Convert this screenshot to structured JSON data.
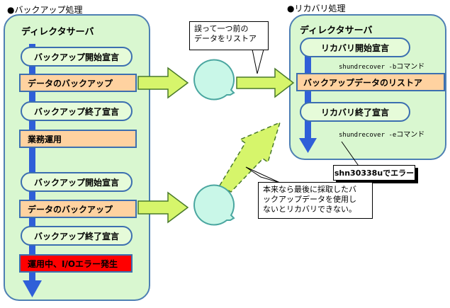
{
  "backup_section": {
    "title": "●バックアップ処理",
    "panel_title": "ディレクタサーバ",
    "steps": [
      "バックアップ開始宣言",
      "データのバックアップ",
      "バックアップ終了宣言",
      "業務運用",
      "バックアップ開始宣言",
      "データのバックアップ",
      "バックアップ終了宣言",
      "運用中、I/Oエラー発生"
    ]
  },
  "recovery_section": {
    "title": "●リカバリ処理",
    "panel_title": "ディレクタサーバ",
    "steps": [
      "リカバリ開始宣言",
      "バックアップデータのリストア",
      "リカバリ終了宣言"
    ],
    "commands": [
      {
        "cmd": "shundrecover -b",
        "suffix": "コマンド"
      },
      {
        "cmd": "shundrecover -e",
        "suffix": "コマンド"
      }
    ],
    "error_label": "shn30338uでエラー"
  },
  "callouts": {
    "top_line1": "誤って一つ前の",
    "top_line2": "データをリストア",
    "bottom_line1": "本来なら最後に採取したバ",
    "bottom_line2": "ックアップデータを使用し",
    "bottom_line3": "ないとリカバリできない。"
  },
  "colors": {
    "panel_fill": "#d9f7d0",
    "panel_border": "#4d7fb3",
    "step_fill": "#ffd2a0",
    "error_fill": "#ff0000",
    "flow_arrow": "#2f5fd8",
    "transfer_arrow": "#d6f56b"
  },
  "icons": [
    "disk-icon",
    "down-arrow-icon",
    "right-arrow-icon"
  ]
}
